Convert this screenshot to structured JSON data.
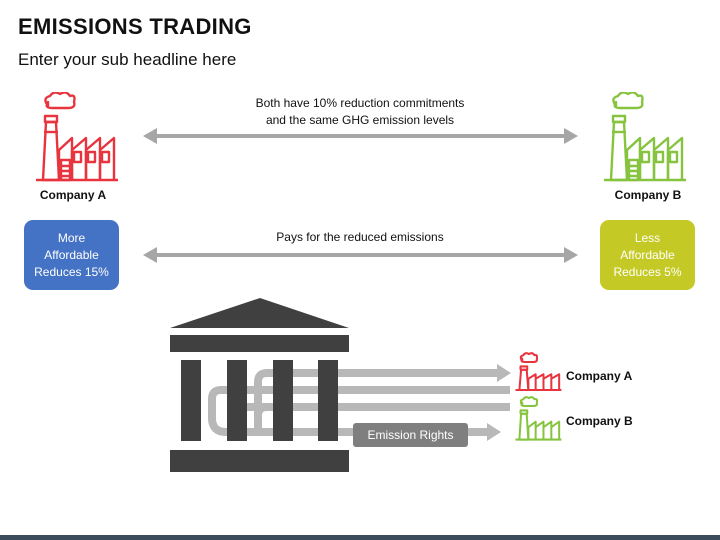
{
  "title": "EMISSIONS TRADING",
  "subtitle": "Enter your sub headline here",
  "top": {
    "caption_line1": "Both have 10% reduction commitments",
    "caption_line2": "and the same GHG emission levels",
    "company_a": "Company A",
    "company_b": "Company B"
  },
  "middle": {
    "caption": "Pays for the reduced emissions",
    "box_a": {
      "line1": "More",
      "line2": "Affordable",
      "line3": "Reduces 15%",
      "color": "#4472c4"
    },
    "box_b": {
      "line1": "Less",
      "line2": "Affordable",
      "line3": "Reduces 5%",
      "color": "#c5c925"
    }
  },
  "bottom": {
    "emission_rights": "Emission Rights",
    "company_a": "Company A",
    "company_b": "Company B"
  },
  "colors": {
    "company_a": "#e8343e",
    "company_b": "#86c440",
    "arrow": "#a6a6a6",
    "building": "#404040",
    "bottom_bar": "#3b4c5c"
  },
  "icons": [
    "factory-icon",
    "bank-building-icon",
    "double-arrow-icon",
    "arrow-right-icon"
  ]
}
